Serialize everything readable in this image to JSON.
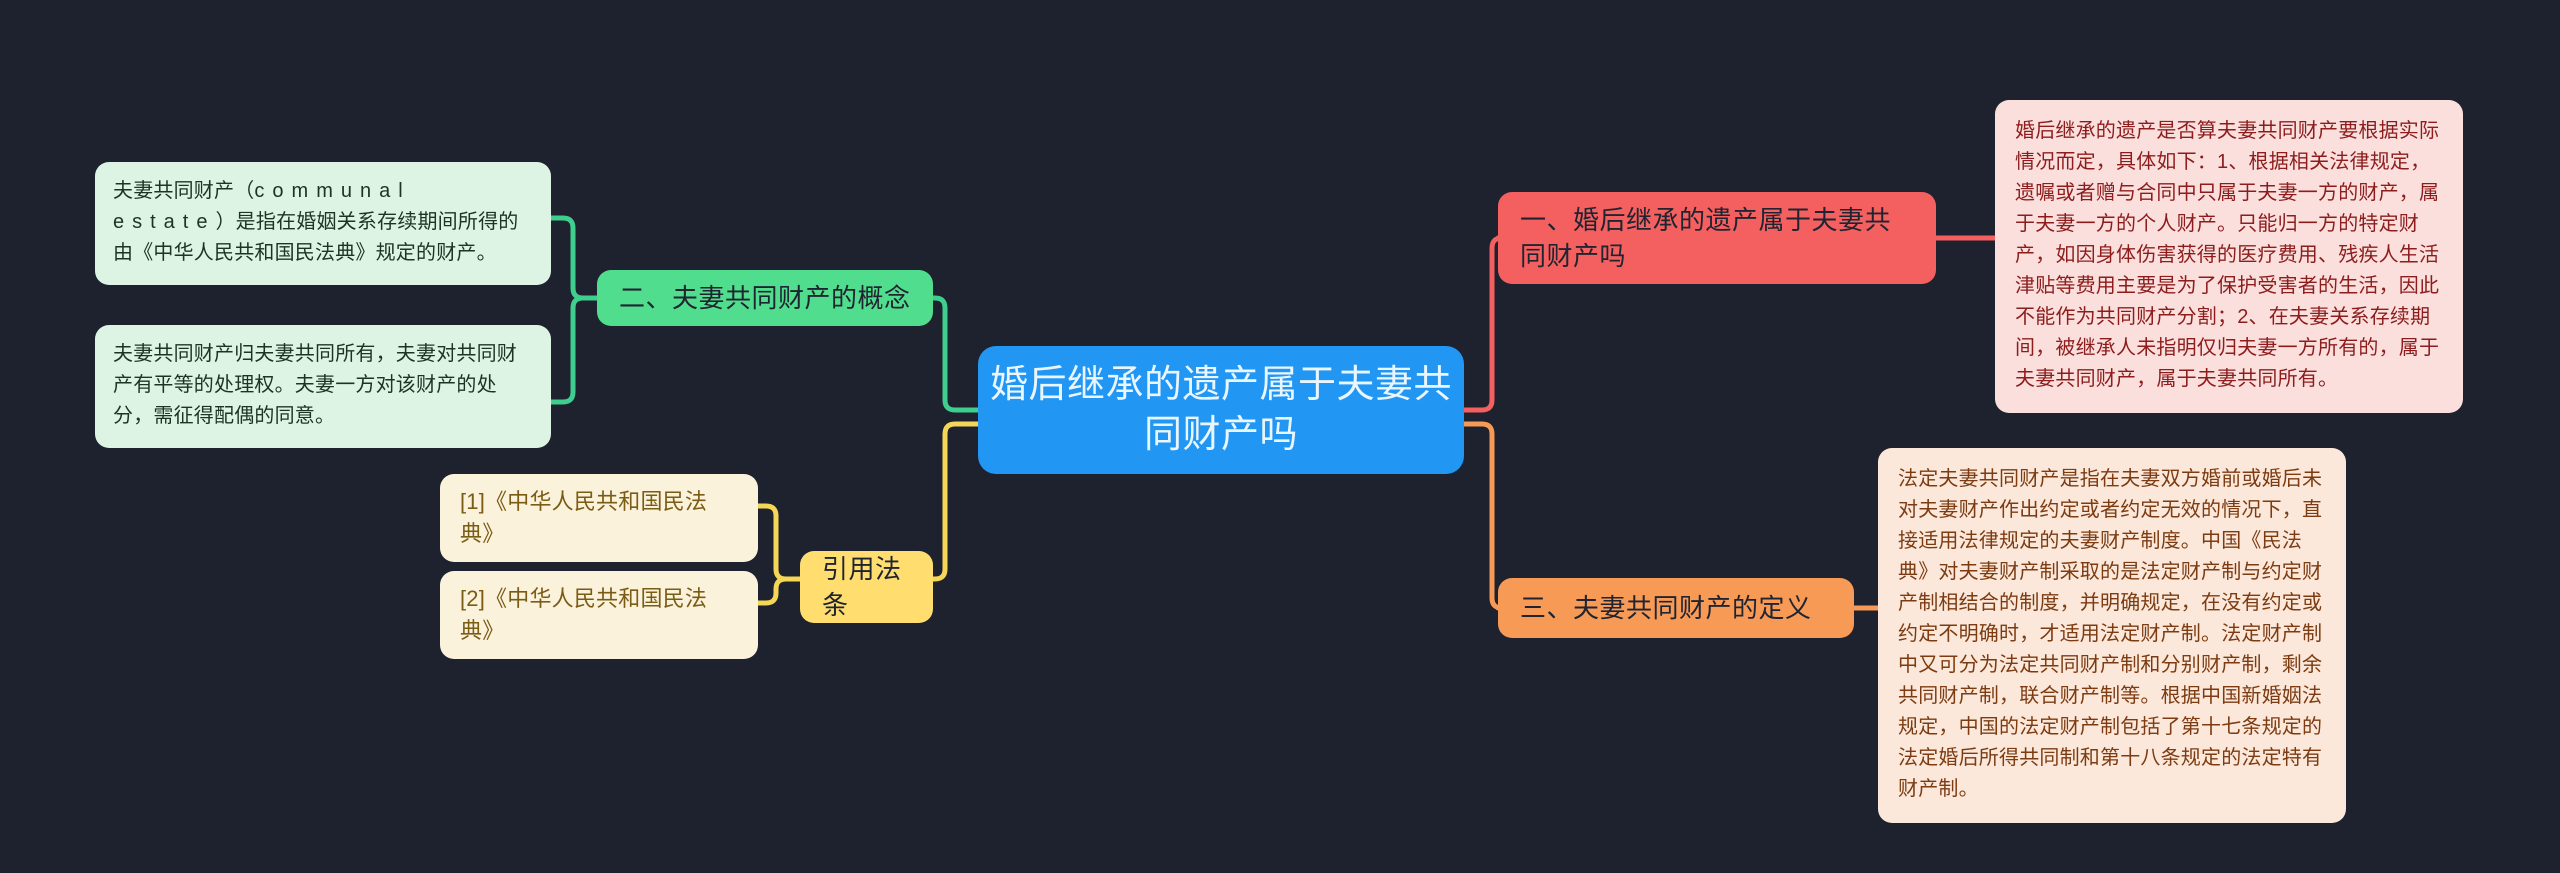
{
  "theme": {
    "background": "#1e222e",
    "root_color": "#2196f3",
    "green_color": "#50dd8e",
    "yellow_color": "#ffdd6e",
    "red_color": "#f4605f",
    "orange_color": "#f79a56"
  },
  "root": {
    "label": "婚后继承的遗产属于夫妻共同财产吗"
  },
  "branches": {
    "concept": {
      "label": "二、夫妻共同财产的概念",
      "leaves": [
        {
          "prefix": "夫妻共同财产（",
          "spaced": "communal estate",
          "suffix": "）是指在婚姻关系存续期间所得的由《中华人民共和国民法典》规定的财产。"
        },
        {
          "text": "夫妻共同财产归夫妻共同所有，夫妻对共同财产有平等的处理权。夫妻一方对该财产的处分，需征得配偶的同意。"
        }
      ]
    },
    "citations": {
      "label": "引用法条",
      "items": [
        "[1]《中华人民共和国民法典》",
        "[2]《中华人民共和国民法典》"
      ]
    },
    "inheritance": {
      "label": "一、婚后继承的遗产属于夫妻共同财产吗",
      "leaf": "婚后继承的遗产是否算夫妻共同财产要根据实际情况而定，具体如下：1、根据相关法律规定，遗嘱或者赠与合同中只属于夫妻一方的财产，属于夫妻一方的个人财产。只能归一方的特定财产，如因身体伤害获得的医疗费用、残疾人生活津贴等费用主要是为了保护受害者的生活，因此不能作为共同财产分割；2、在夫妻关系存续期间，被继承人未指明仅归夫妻一方所有的，属于夫妻共同财产，属于夫妻共同所有。"
    },
    "definition": {
      "label": "三、夫妻共同财产的定义",
      "leaf": "法定夫妻共同财产是指在夫妻双方婚前或婚后未对夫妻财产作出约定或者约定无效的情况下，直接适用法律规定的夫妻财产制度。中国《民法典》对夫妻财产制采取的是法定财产制与约定财产制相结合的制度，并明确规定，在没有约定或约定不明确时，才适用法定财产制。法定财产制中又可分为法定共同财产制和分别财产制，剩余共同财产制，联合财产制等。根据中国新婚姻法规定，中国的法定财产制包括了第十七条规定的法定婚后所得共同制和第十八条规定的法定特有财产制。"
    }
  }
}
